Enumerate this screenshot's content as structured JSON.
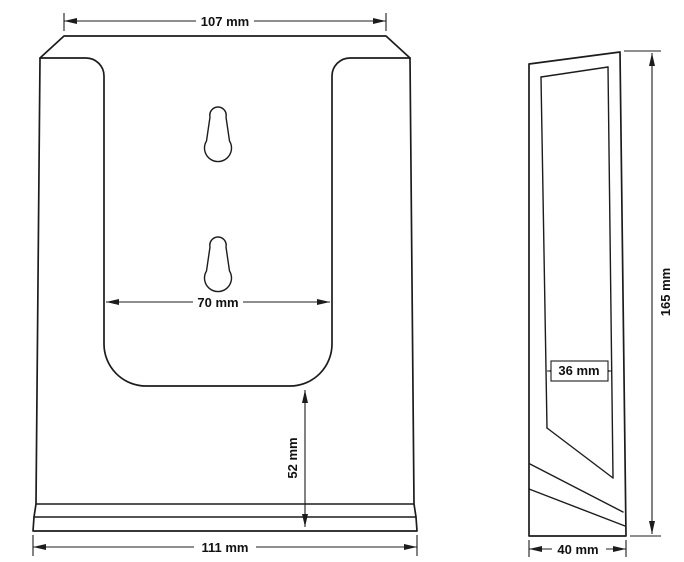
{
  "page": {
    "background": "#ffffff",
    "line_color": "#1c1c1c"
  },
  "front_view": {
    "dimensions": {
      "top_width": "107 mm",
      "inner_width": "70 mm",
      "front_lip_height": "52 mm",
      "bottom_width": "111 mm"
    }
  },
  "side_view": {
    "dimensions": {
      "height": "165 mm",
      "inner_depth": "36 mm",
      "bottom_depth": "40 mm"
    }
  }
}
